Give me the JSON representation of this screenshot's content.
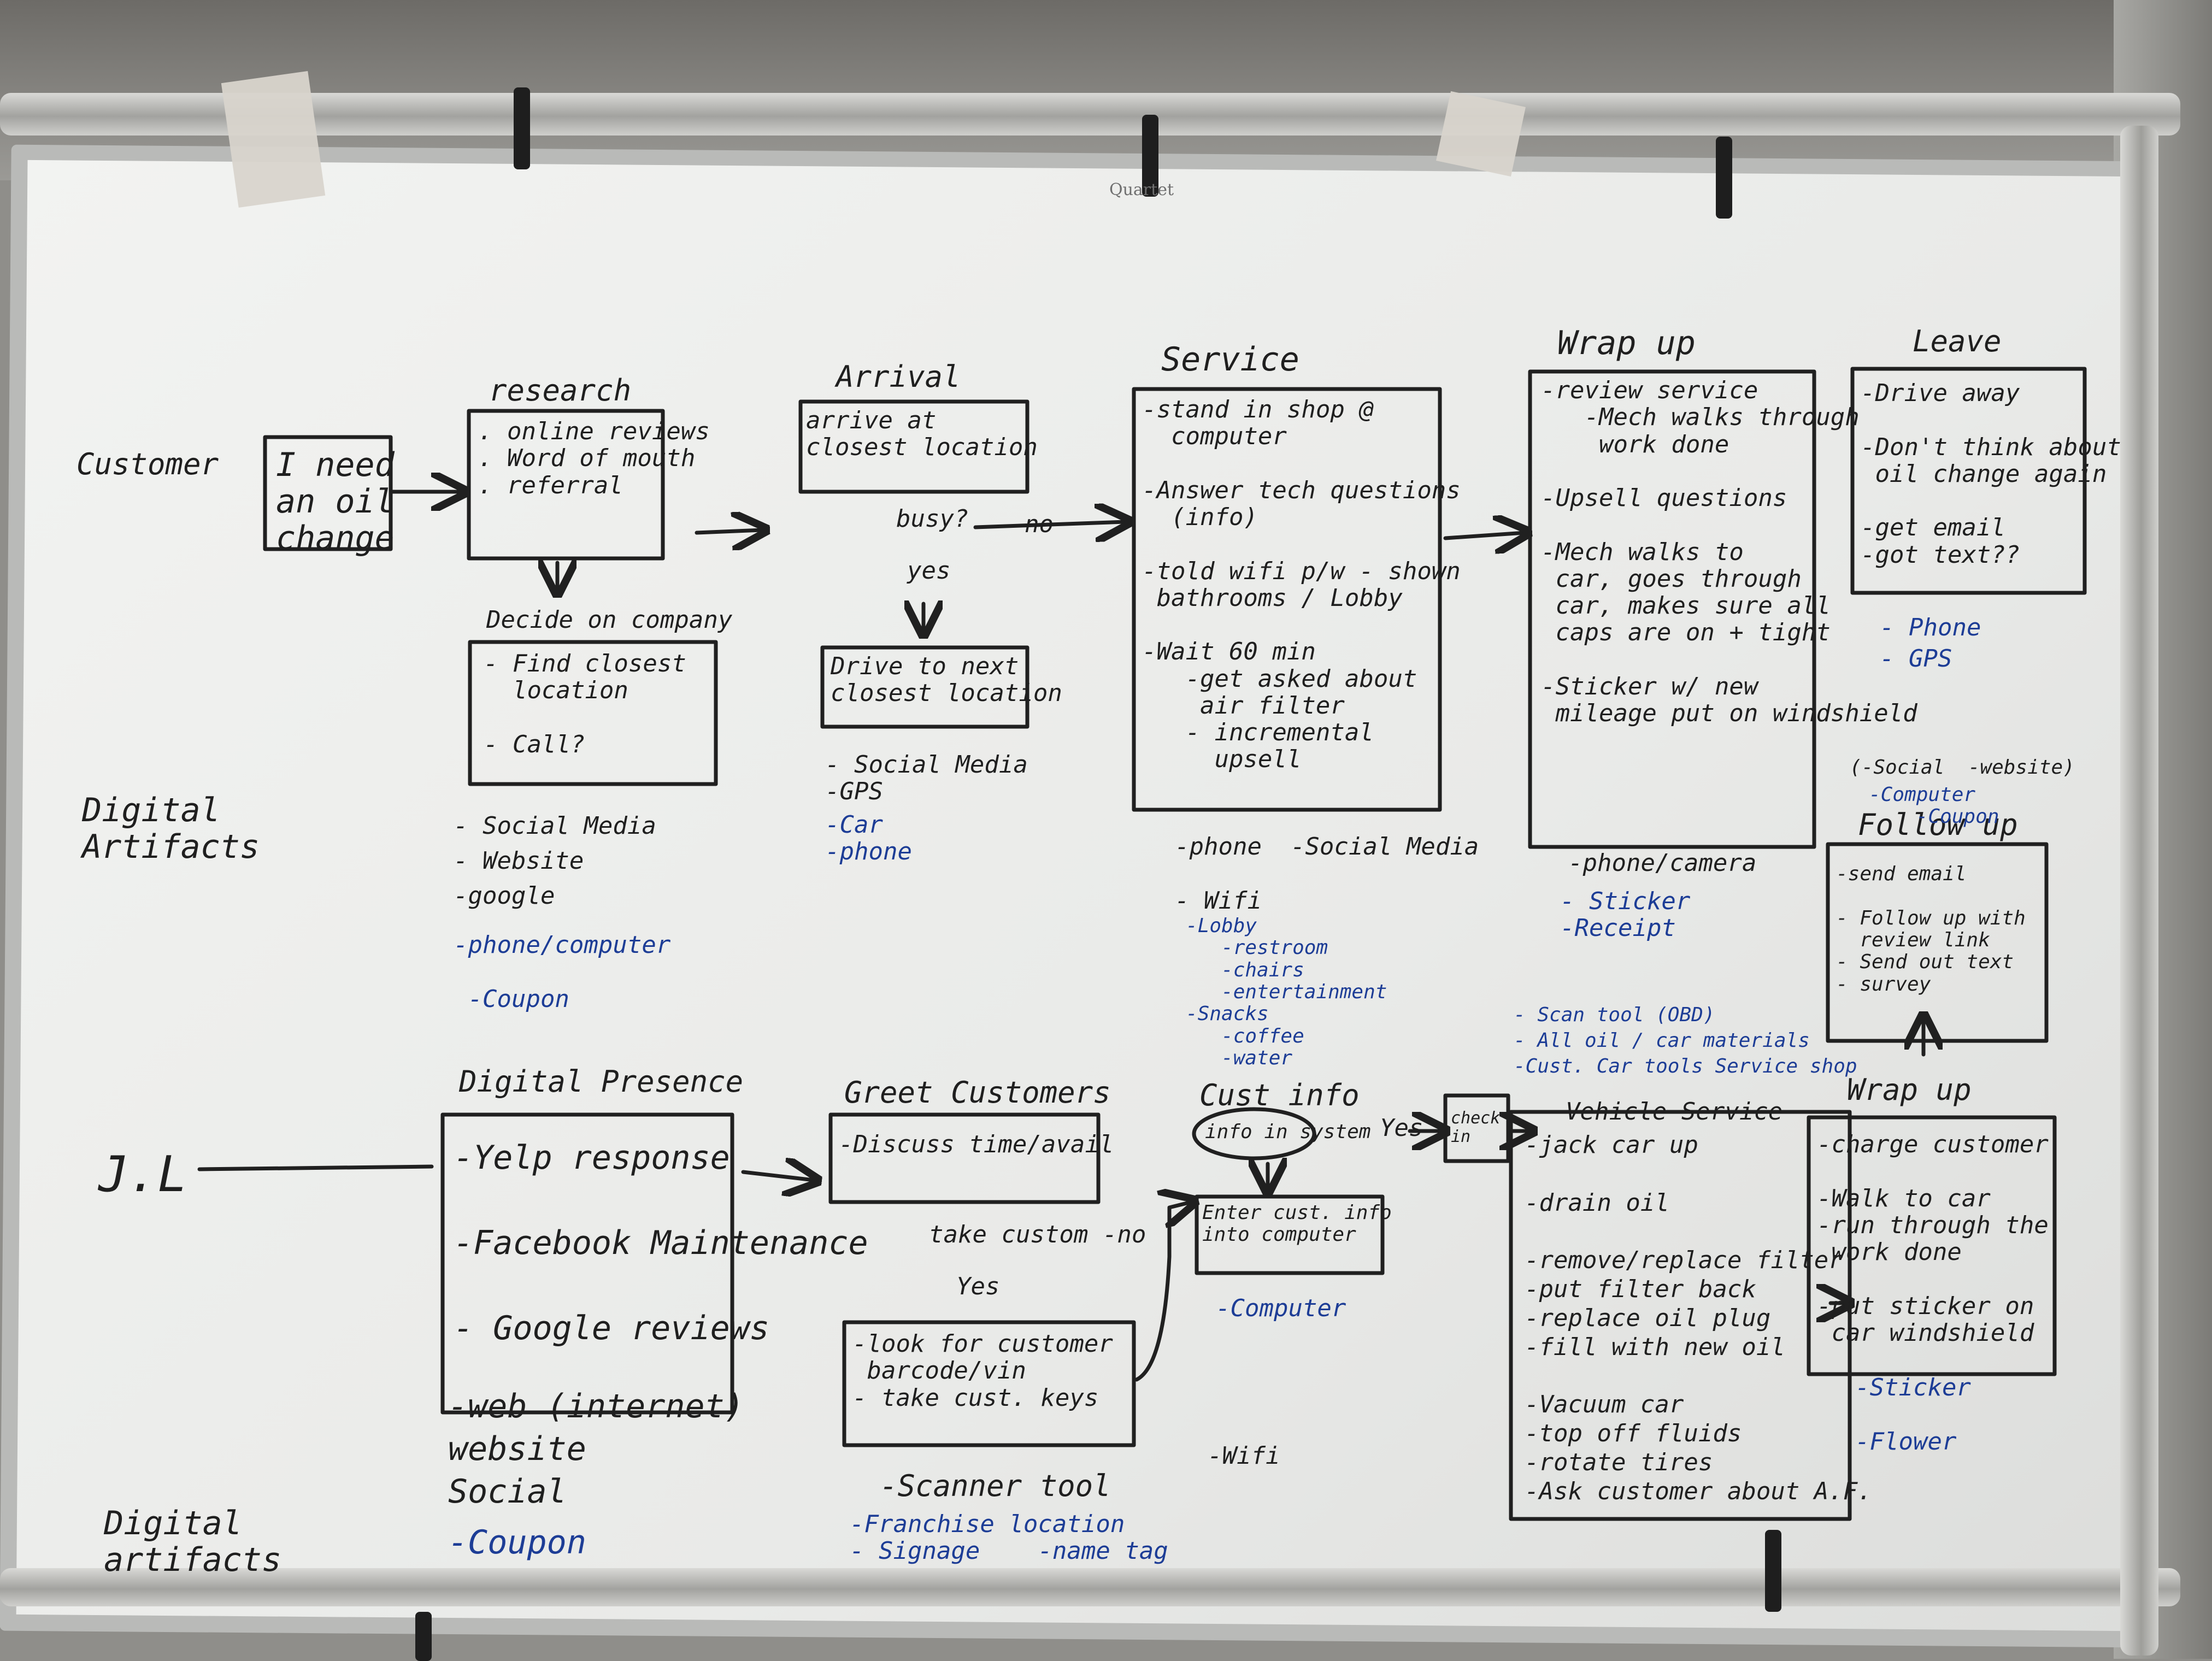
{
  "board": {
    "brand": "Quartet"
  },
  "row_labels": {
    "customer": "Customer",
    "digital_artifacts_1": "Digital\nArtifacts",
    "jl": "J.L",
    "digital_artifacts_2": "Digital\nartifacts"
  },
  "customer": {
    "start": "I need\nan oil\nchange",
    "research": {
      "title": "research",
      "items": ". online reviews\n. Word of mouth\n. referral"
    },
    "decide": {
      "title": "Decide on company",
      "items": "- Find closest\n  location\n\n- Call?"
    },
    "arrival": {
      "title": "Arrival",
      "box": "arrive at\nclosest location",
      "busy": "busy?",
      "no": "no",
      "yes": "yes",
      "next": "Drive to next\nclosest location"
    },
    "service": {
      "title": "Service",
      "items": "-stand in shop @\n  computer\n\n-Answer tech questions\n  (info)\n\n-told wifi p/w - shown\n bathrooms / Lobby\n\n-Wait 60 min\n   -get asked about\n    air filter\n   - incremental\n     upsell"
    },
    "wrap_up": {
      "title": "Wrap up",
      "items": "-review service\n   -Mech walks through\n    work done\n\n-Upsell questions\n\n-Mech walks to\n car, goes through\n car, makes sure all\n caps are on + tight\n\n-Sticker w/ new\n mileage put on windshield"
    },
    "leave": {
      "title": "Leave",
      "items": "-Drive away\n\n-Don't think about\n oil change again\n\n-get email\n-got text??"
    },
    "follow_up": {
      "title": "Follow up",
      "items": "-send email\n\n- Follow up with\n  review link\n- Send out text\n- survey"
    }
  },
  "customer_artifacts": {
    "research_black": "- Social Media\n- Website\n-google",
    "research_blue": "-phone/computer\n\n -Coupon",
    "arrival_black": "- Social Media\n-GPS",
    "arrival_blue": "-Car\n-phone",
    "service_black": "-phone  -Social Media\n\n- Wifi",
    "service_blue": "-Lobby\n   -restroom\n   -chairs\n   -entertainment\n-Snacks\n   -coffee\n   -water",
    "wrap_black": "-phone/camera",
    "wrap_blue": "- Sticker\n-Receipt",
    "leave_blue": "- Phone\n- GPS",
    "follow_black": "(-Social  -website)",
    "follow_blue": "-Computer\n    -Coupon"
  },
  "jl": {
    "digital_presence": {
      "title": "Digital Presence",
      "items": "-Yelp response\n\n-Facebook Maintenance\n\n- Google reviews"
    },
    "greet": {
      "title": "Greet Customers",
      "box": "-Discuss time/avail",
      "take": "take custom -no",
      "yes": "Yes",
      "look": "-look for customer\n barcode/vin\n- take cust. keys"
    },
    "cust_info": {
      "title": "Cust info",
      "oval": "info in system",
      "yes": "Yes",
      "check": "check\nin",
      "enter": "Enter cust. info\ninto computer"
    },
    "vehicle_service": {
      "title": "Vehicle Service",
      "items": "-jack car up\n\n-drain oil\n\n-remove/replace filter\n-put filter back\n-replace oil plug\n-fill with new oil\n\n-Vacuum car\n-top off fluids\n-rotate tires\n-Ask customer about A.F."
    },
    "wrap_up": {
      "title": "Wrap up",
      "items": "-charge customer\n\n-Walk to car\n-run through the\n work done\n\n-put sticker on\n car windshield"
    }
  },
  "jl_artifacts": {
    "presence_black": "-web (internet)\nwebsite\nSocial",
    "presence_blue": "-Coupon",
    "greet_black": "-Scanner tool",
    "greet_blue": "-Franchise location\n- Signage    -name tag",
    "cust_info_blue": "-Computer",
    "cust_info_black": "-Wifi",
    "vehicle_blue": "- Scan tool (OBD)\n- All oil / car materials\n-Cust. Car tools Service shop",
    "wrap_blue": "-Sticker\n\n-Flower"
  }
}
